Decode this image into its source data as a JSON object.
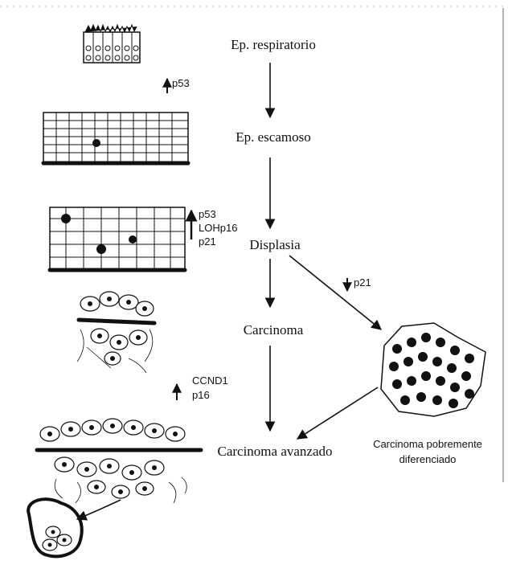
{
  "stages": [
    "Ep. respiratorio",
    "Ep. escamoso",
    "Displasia",
    "Carcinoma",
    "Carcinoma avanzado"
  ],
  "markers": {
    "p53_first": "p53",
    "dysplasia": [
      "p53",
      "LOHp16",
      "p21"
    ],
    "branch": "p21",
    "carcinoma": [
      "CCND1",
      "p16"
    ]
  },
  "side_branch": {
    "line1": "Carcinoma pobremente",
    "line2": "diferenciado"
  }
}
